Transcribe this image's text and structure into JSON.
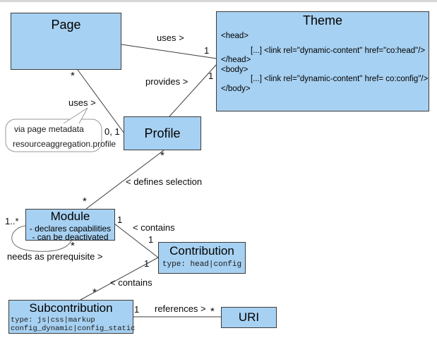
{
  "diagram": {
    "colors": {
      "box_fill": "#a7d1f2",
      "box_border": "#3b3b3b",
      "line": "#3d3d3d",
      "note_border": "#9a9a9a",
      "background": "#ffffff"
    },
    "classes": {
      "page": {
        "title": "Page"
      },
      "theme": {
        "title": "Theme",
        "lines": [
          "<head>",
          "[...] <link rel=\"dynamic-content\" href=\"co:head\"/>",
          "</head>",
          "<body>",
          "[...] <link rel=\"dynamic-content\" href= co:config\"/>",
          "</body>"
        ]
      },
      "profile": {
        "title": "Profile"
      },
      "module": {
        "title": "Module",
        "attributes": [
          "- declares capabilities",
          "- can be deactivated"
        ]
      },
      "contribution": {
        "title": "Contribution",
        "type_line": "type: head|config"
      },
      "subcontribution": {
        "title": "Subcontribution",
        "type_lines": [
          "type: js|css|markup",
          "config_dynamic|config_static"
        ]
      },
      "uri": {
        "title": "URI"
      }
    },
    "note": {
      "lines": [
        "via page metadata",
        "resourceaggregation.profile"
      ]
    },
    "edge_labels": {
      "page_uses_theme": "uses >",
      "page_theme_mult": "1",
      "profile_provides_theme": "provides >",
      "profile_theme_mult": "1",
      "page_mult_star": "*",
      "page_uses_profile": "uses >",
      "profile_mult_01": "0, 1",
      "profile_mult_star": "*",
      "defines_selection": "< defines selection",
      "module_mult_star": "*",
      "module_contains_mult_1": "1",
      "module_contains_label": "< contains",
      "contribution_mult_1_top": "1",
      "contribution_mult_1_bottom": "1",
      "contribution_contains_label": "< contains",
      "subcontribution_mult_star": "*",
      "subcontribution_mult_1": "1",
      "references_label": "references >",
      "uri_mult_star": "*",
      "module_self_mult_1star": "1..*",
      "module_self_mult_star": "*",
      "module_self_label": "needs as prerequisite >"
    }
  }
}
